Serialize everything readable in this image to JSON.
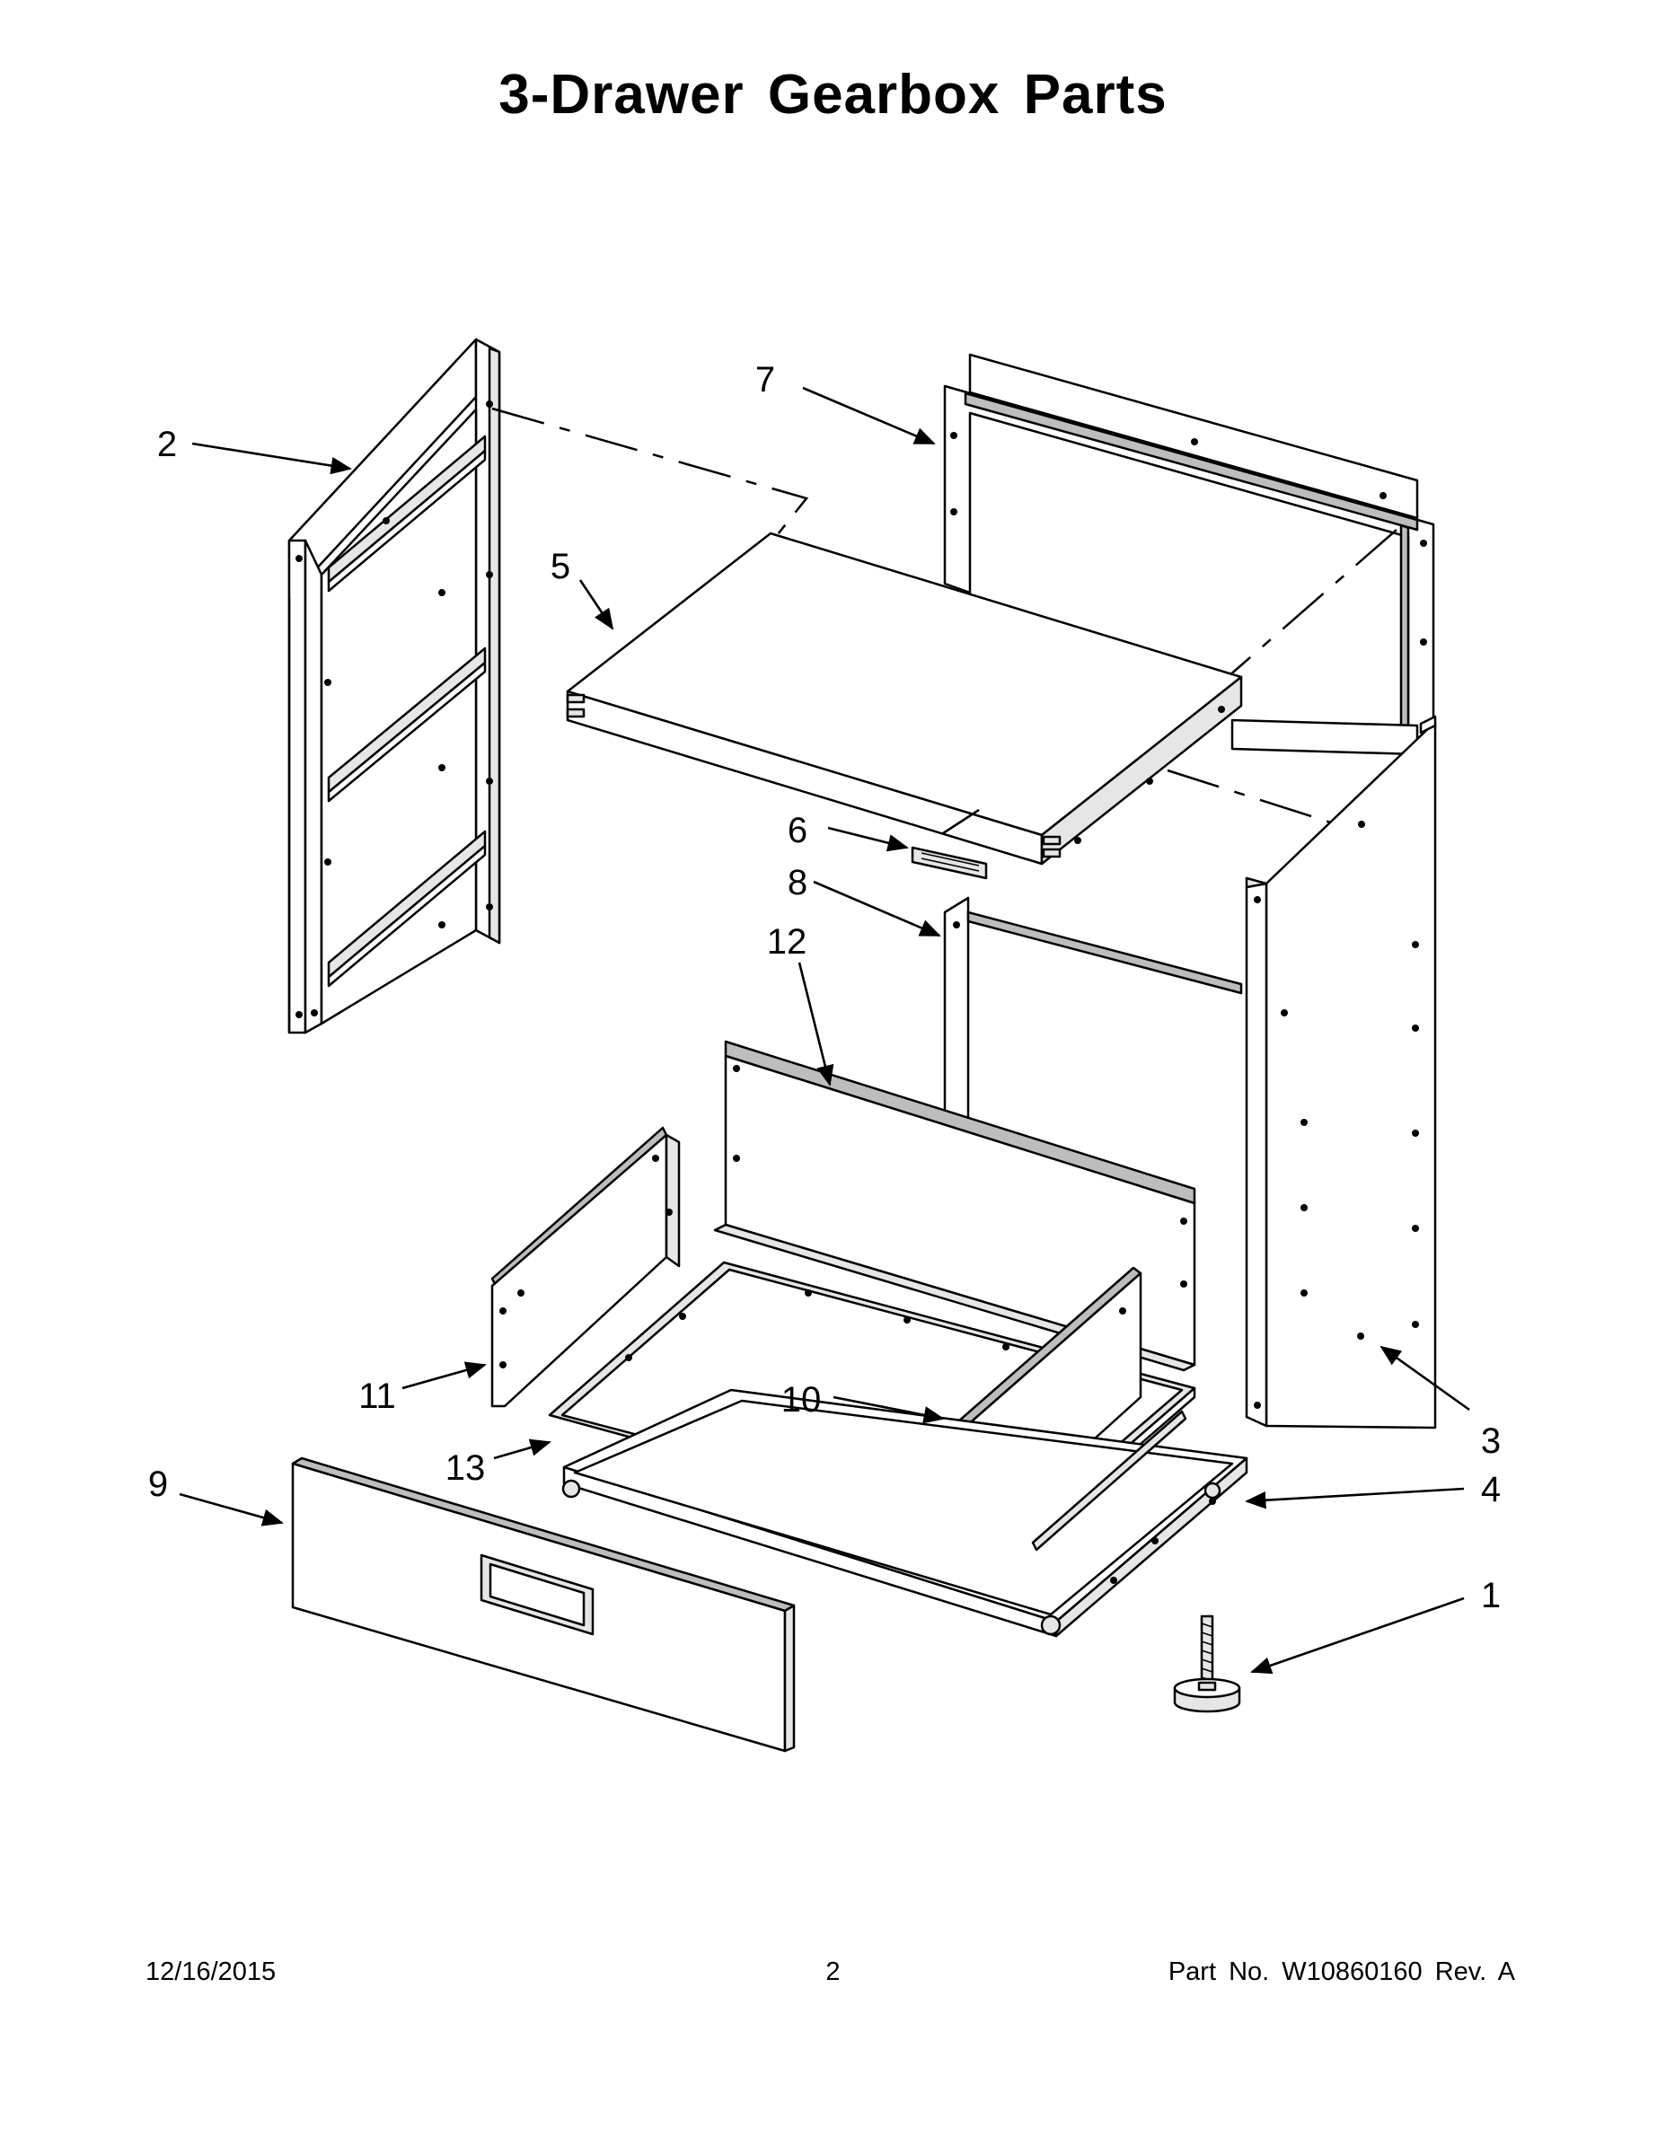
{
  "title": "3-Drawer Gearbox Parts",
  "callouts": [
    {
      "id": "1",
      "label": "1"
    },
    {
      "id": "2",
      "label": "2"
    },
    {
      "id": "3",
      "label": "3"
    },
    {
      "id": "4",
      "label": "4"
    },
    {
      "id": "5",
      "label": "5"
    },
    {
      "id": "6",
      "label": "6"
    },
    {
      "id": "7",
      "label": "7"
    },
    {
      "id": "8",
      "label": "8"
    },
    {
      "id": "9",
      "label": "9"
    },
    {
      "id": "10",
      "label": "10"
    },
    {
      "id": "11",
      "label": "11"
    },
    {
      "id": "12",
      "label": "12"
    },
    {
      "id": "13",
      "label": "13"
    }
  ],
  "footer": {
    "date": "12/16/2015",
    "page": "2",
    "part_number": "Part No.  W10860160  Rev.  A"
  }
}
